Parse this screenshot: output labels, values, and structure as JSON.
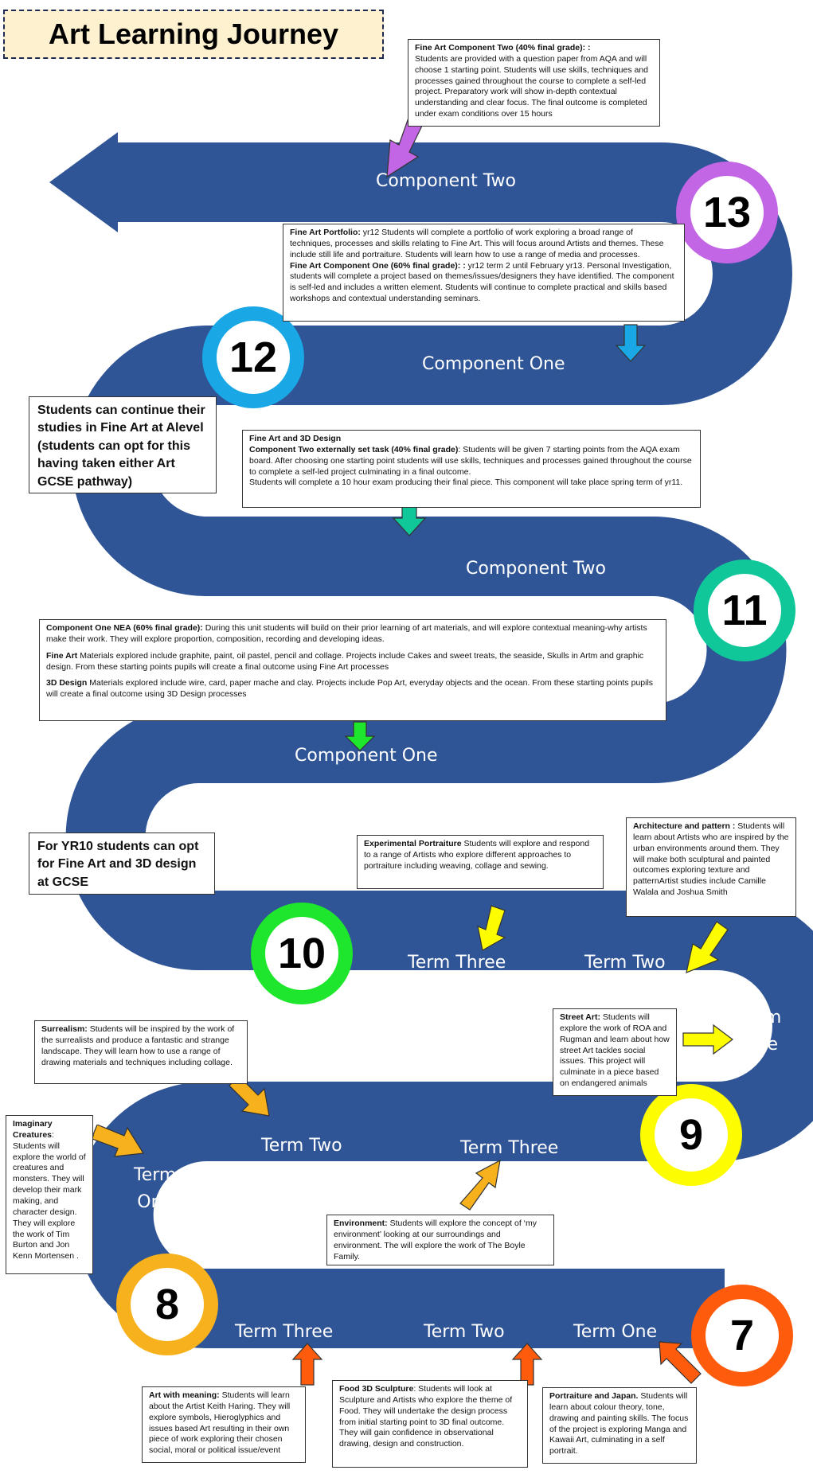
{
  "title": "Art Learning Journey",
  "colors": {
    "road": "#2f5597",
    "y13": "#c266e6",
    "y12": "#1aa7e6",
    "y11": "#10c79a",
    "y10": "#1ee62c",
    "y9": "#fdfc00",
    "y8": "#f7b11d",
    "y7": "#ff5b0c"
  },
  "years": {
    "y13": "13",
    "y12": "12",
    "y11": "11",
    "y10": "10",
    "y9": "9",
    "y8": "8",
    "y7": "7"
  },
  "labels": {
    "y13_component": "Component Two",
    "y12_component": "Component One",
    "y11_component": "Component Two",
    "y10_component": "Component One",
    "y9_term_three": "Term Three",
    "y9_term_two": "Term Two",
    "y9_term_one_a": "Term",
    "y9_term_one_b": "One",
    "y8_term_two": "Term Two",
    "y8_term_three": "Term Three",
    "y8_term_one_a": "Term",
    "y8_term_one_b": "One",
    "y7_term_three": "Term Three",
    "y7_term_two": "Term Two",
    "y7_term_one": "Term One"
  },
  "notes": {
    "alevel": "Students can continue their studies in Fine Art at Alevel (students can opt for this having taken either Art GCSE pathway)",
    "gcse": "For YR10 students can opt for Fine Art and 3D design at GCSE"
  },
  "boxes": {
    "y13_comp2": {
      "heading": "Fine Art Component Two (40% final grade): :",
      "text": "Students are provided with a question paper from AQA and will choose 1 starting point. Students will use skills, techniques and processes gained throughout the course to complete a self-led project. Preparatory work will show in-depth contextual understanding and clear focus. The final outcome is completed under exam conditions over 15 hours"
    },
    "y12": {
      "h1": "Fine Art Portfolio:",
      "t1": " yr12 Students will complete a portfolio of work exploring a broad range of techniques, processes and skills relating to Fine Art. This will focus around Artists and themes. These include still life and portraiture. Students will learn how to use a range of media and processes.",
      "h2": "Fine Art Component One (60% final grade): :",
      "t2": "  yr12 term 2 until February yr13.  Personal Investigation, students will complete a project based on themes/issues/designers they have identified. The component is self-led and includes a written element. Students will continue to complete practical and skills based workshops and contextual understanding seminars."
    },
    "y11": {
      "h1": "Fine Art and 3D Design",
      "h2": "Component Two externally set task (40% final grade)",
      "t2": ": Students will be given 7 starting points from the AQA exam board. After choosing one starting point students will use skills, techniques and processes gained throughout the course to complete a self-led project culminating in a final outcome.",
      "t3": "Students will complete a 10 hour exam producing their final piece. This component will take place spring term of yr11."
    },
    "y10": {
      "h1": "Component One NEA (60% final grade):",
      "t1": " During this unit students will build on their prior learning of  art materials, and will explore contextual meaning-why artists make their work. They will explore proportion, composition, recording and developing ideas.",
      "h2": "Fine Art",
      "t2": " Materials explored include  graphite, paint, oil pastel, pencil and collage.  Projects include Cakes and sweet treats, the seaside, Skulls in Artm and graphic design. From these starting points pupils will create a final outcome using Fine Art processes",
      "h3": "3D Design",
      "t3": " Materials explored include wire, card, paper mache and clay.  Projects include Pop Art, everyday objects and the ocean. From these starting points pupils will create a final outcome using 3D Design processes"
    },
    "portraiture": {
      "heading": "Experimental Portraiture",
      "text": " Students will explore and respond to a range of Artists who explore different approaches to portraiture including weaving, collage and sewing."
    },
    "architecture": {
      "heading": "Architecture and pattern :",
      "text": " Students will learn about Artists who are inspired by the urban environments around them. They will make both sculptural and painted outcomes exploring texture and patternArtist studies include Camille Walala and Joshua Smith"
    },
    "streetart": {
      "heading": "Street Art:",
      "text": " Students will explore the work of ROA and Rugman and learn about how street Art tackles social issues. This project will culminate in a piece based on endangered animals"
    },
    "surrealism": {
      "heading": "Surrealism:",
      "text": " Students will be inspired by the work of the surrealists and produce a fantastic and strange landscape. They will learn how to use a range of drawing materials and techniques including collage."
    },
    "imaginary": {
      "heading": "Imaginary Creatures",
      "text": ": Students will explore the world of creatures and monsters. They will develop their mark making, and character design. They will explore the work of Tim Burton and Jon Kenn Mortensen ."
    },
    "environment": {
      "heading": "Environment:",
      "text": " Students will explore the concept of ‘my environment’ looking at our surroundings and environment. The will explore the work of The Boyle Family."
    },
    "meaning": {
      "heading": "Art with meaning:",
      "text": " Students will learn about the Artist Keith Haring. They will explore symbols, Hieroglyphics and issues based Art resulting in their own piece of work exploring their chosen social, moral or political issue/event"
    },
    "food": {
      "heading": "Food 3D Sculpture",
      "text": ":  Students will look at Sculpture and Artists who explore the theme of Food. They will undertake the design process from initial starting point to 3D final outcome. They will gain confidence in observational drawing, design and construction."
    },
    "portrait_japan": {
      "heading": "Portraiture and Japan.",
      "text": " Students will learn about colour theory, tone, drawing and painting skills. The focus of the project is exploring Manga and Kawaii Art, culminating in a self portrait."
    }
  }
}
